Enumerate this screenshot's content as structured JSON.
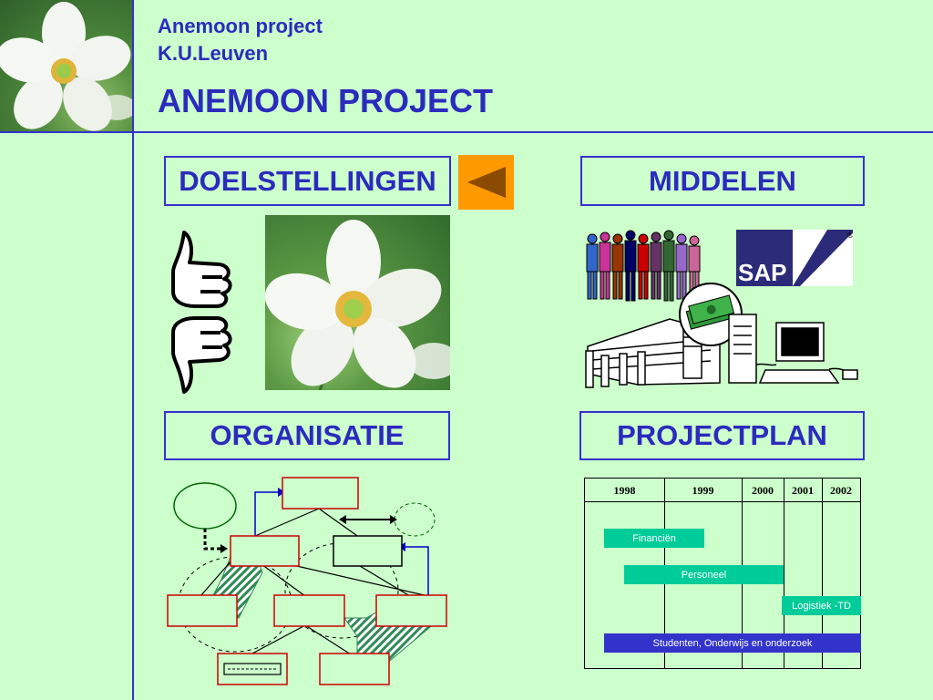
{
  "header": {
    "subtitle_line1": "Anemoon project",
    "subtitle_line2": "K.U.Leuven",
    "title": "ANEMOON PROJECT"
  },
  "boxes": {
    "doelstellingen": "DOELSTELLINGEN",
    "middelen": "MIDDELEN",
    "organisatie": "ORGANISATIE",
    "projectplan": "PROJECTPLAN"
  },
  "sap_logo": "SAP",
  "gantt": {
    "years": [
      "1998",
      "1999",
      "2000",
      "2001",
      "2002"
    ],
    "tasks": [
      {
        "label": "Financiën",
        "color": "#00cc99"
      },
      {
        "label": "Personeel",
        "color": "#00cc99"
      },
      {
        "label": "Logistiek -TD",
        "color": "#00cc99"
      },
      {
        "label": "Studenten, Onderwijs en onderzoek",
        "color": "#3333cc"
      }
    ]
  },
  "colors": {
    "background": "#ccffcc",
    "accent": "#3333cc",
    "back_button": "#ff9900"
  },
  "icons": [
    "anemone-flower-photo",
    "back-arrow-icon",
    "thumbs-up-icon",
    "thumbs-down-icon",
    "people-group-icon",
    "money-icon",
    "factory-building-icon",
    "computer-icon",
    "org-chart-diagram"
  ]
}
